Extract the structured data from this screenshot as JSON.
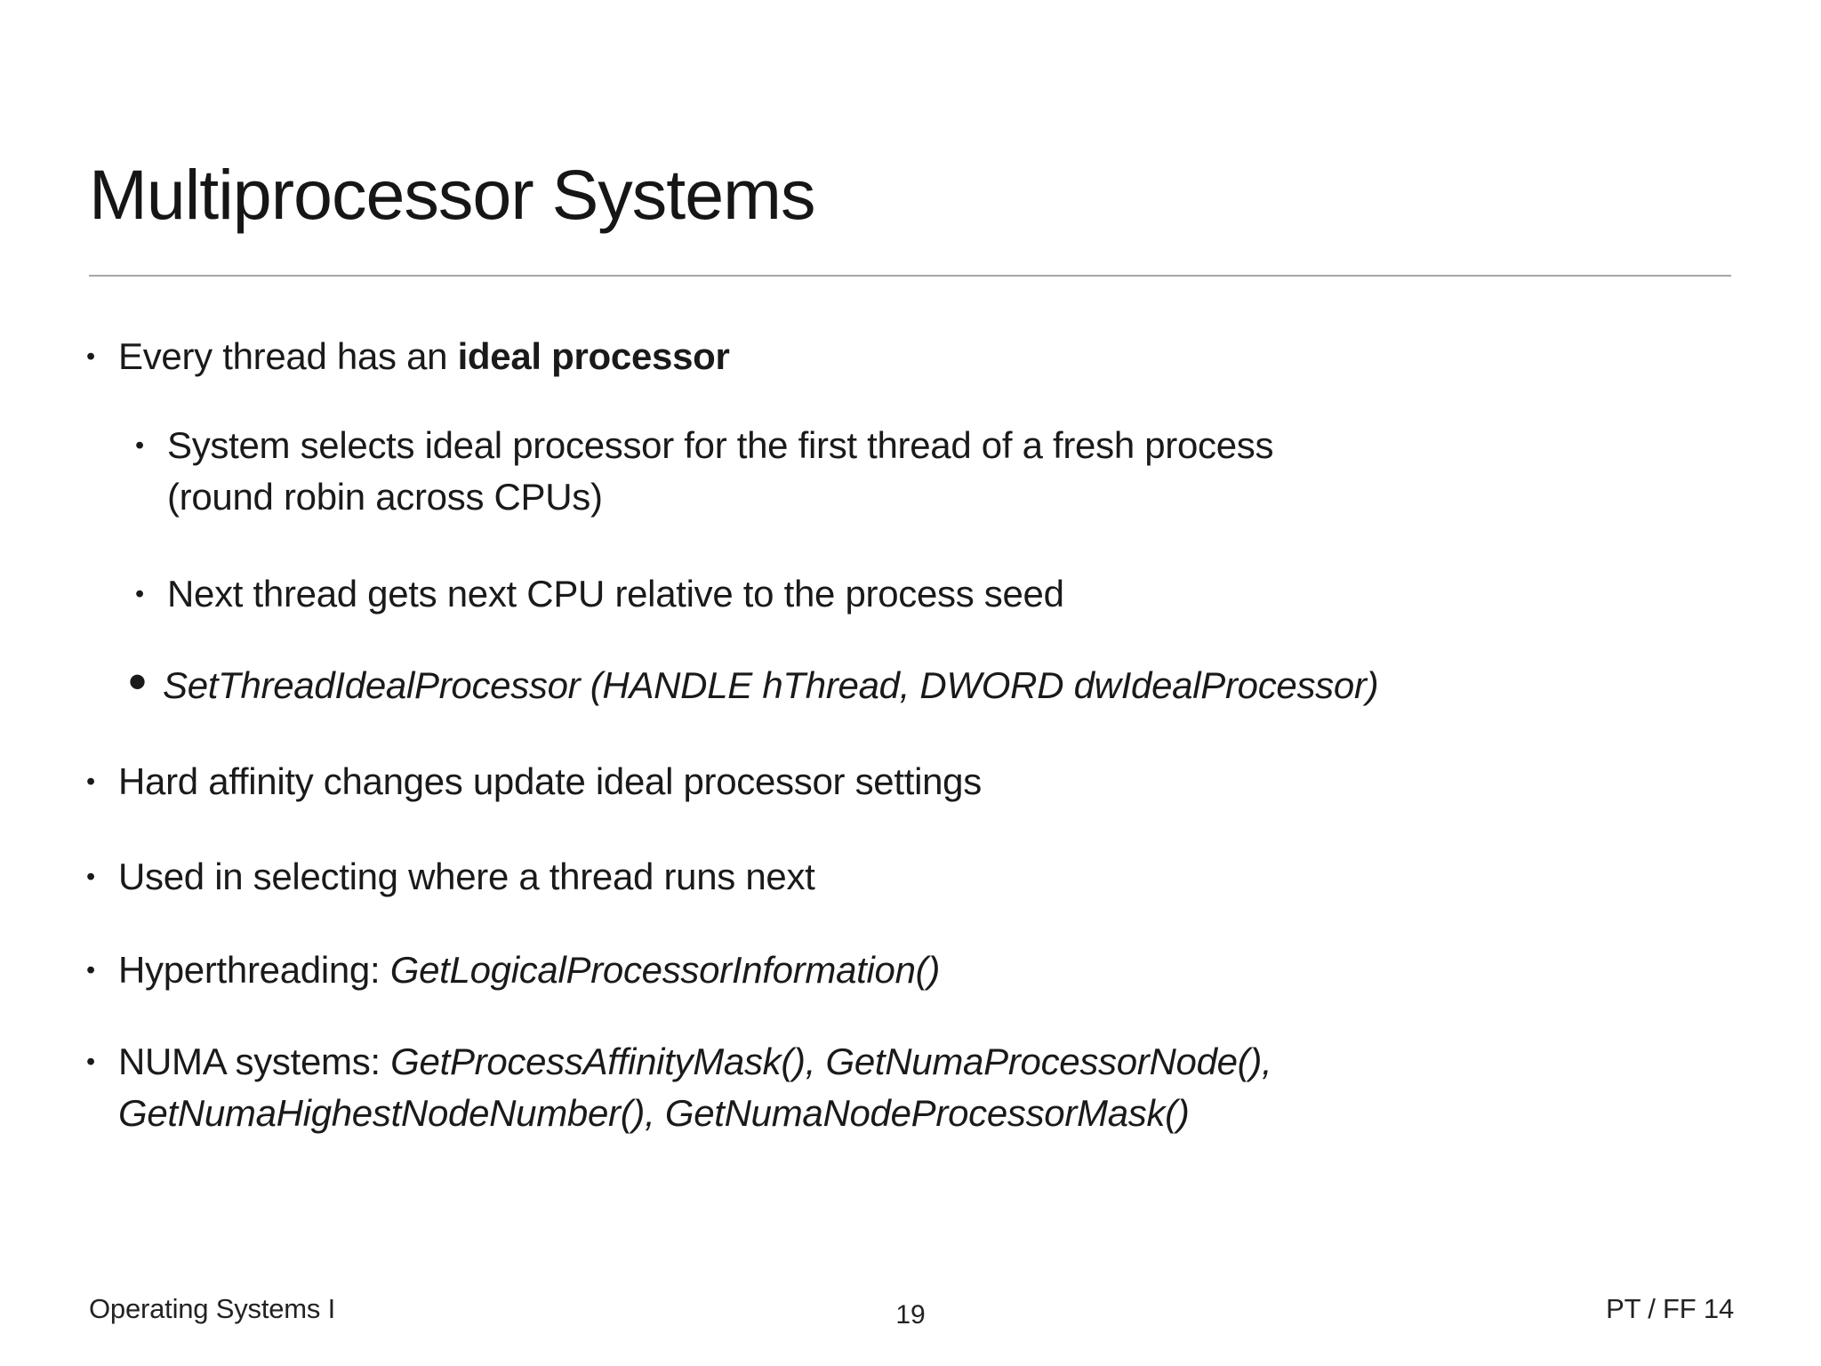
{
  "slide": {
    "title": "Multiprocessor Systems",
    "bullets": {
      "b1": {
        "pre": "Every thread has an ",
        "bold": "ideal processor"
      },
      "b2": {
        "line1": "System selects ideal processor for the first thread of a fresh process",
        "line2": "(round robin across CPUs)"
      },
      "b3": {
        "text": "Next thread gets next CPU relative to the process seed"
      },
      "b4": {
        "text": "SetThreadIdealProcessor (HANDLE hThread, DWORD dwIdealProcessor)"
      },
      "b5": {
        "text": "Hard affinity changes update ideal processor settings"
      },
      "b6": {
        "text": "Used in selecting where a thread runs next"
      },
      "b7": {
        "pre": "Hyperthreading: ",
        "func": "GetLogicalProcessorInformation()"
      },
      "b8": {
        "pre": "NUMA systems: ",
        "func_line1": "GetProcessAffinityMask(), GetNumaProcessorNode(),",
        "func_line2": "GetNumaHighestNodeNumber(), GetNumaNodeProcessorMask()"
      }
    },
    "footer": {
      "course": "Operating Systems I",
      "page_number": "19",
      "credits": "PT / FF 14"
    }
  },
  "glyphs": {
    "bullet_small": "•",
    "bullet_large": "•"
  },
  "colors": {
    "background": "#ffffff",
    "text": "#1a1a1a",
    "separator": "#a6a6a6"
  }
}
